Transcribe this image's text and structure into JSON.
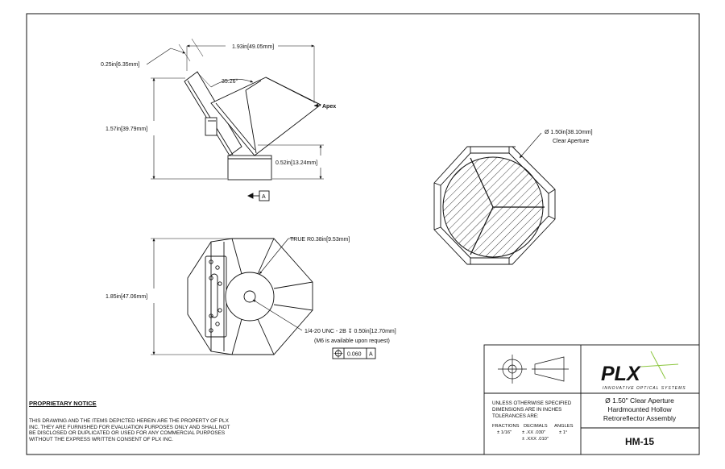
{
  "dimensions": {
    "width_top": "1.93in",
    "width_top_mm": "49.05mm",
    "thickness": "0.25in",
    "thickness_mm": "6.35mm",
    "angle": "35.26°",
    "height_side": "1.57in",
    "height_side_mm": "39.79mm",
    "base_height": "0.52in",
    "base_height_mm": "13.24mm",
    "height_front": "1.85in",
    "height_front_mm": "47.06mm",
    "radius": "TRUE R0.38in",
    "radius_mm": "9.53mm",
    "thread": "1/4-20 UNC - 2B",
    "thread_depth": "0.50in",
    "thread_depth_mm": "12.70mm",
    "thread_note": "(M6 is available upon request)",
    "aperture": "1.50in",
    "aperture_mm": "38.10mm",
    "aperture_label": "Clear Aperture",
    "apex_label": "Apex"
  },
  "datum": {
    "label": "A"
  },
  "fcf": {
    "tolerance": "0.060",
    "datum": "A"
  },
  "notice": {
    "title": "PROPRIETARY NOTICE",
    "body": "THIS DRAWING AND THE ITEMS DEPICTED HEREIN ARE THE PROPERTY OF PLX INC. THEY ARE FURNISHED FOR EVALUATION PURPOSES ONLY AND SHALL NOT BE DISCLOSED OR DUPLICATED OR USED FOR ANY COMMERCIAL PURPOSES WITHOUT THE EXPRESS WRITTEN CONSENT OF PLX INC."
  },
  "title_block": {
    "logo": "PLX",
    "tagline": "INNOVATIVE OPTICAL SYSTEMS",
    "description_line1": "Ø 1.50\" Clear Aperture",
    "description_line2": "Hardmounted Hollow",
    "description_line3": "Retroreflector Assembly",
    "part_number": "HM-15",
    "tolerance_line1": "UNLESS OTHERWISE SPECIFIED",
    "tolerance_line2": "DIMENSIONS ARE IN INCHES",
    "tolerance_line3": "TOLERANCES ARE:",
    "fractions_label": "FRACTIONS",
    "fractions_value": "± 1/16\"",
    "decimals_label": "DECIMALS",
    "decimals_xx": "± .XX  .030\"",
    "decimals_xxx": "± .XXX .010\"",
    "angles_label": "ANGLES",
    "angles_value": "± 1°"
  },
  "colors": {
    "line": "#111111",
    "logo_green": "#8cc63f",
    "logo_fill": "#1a1a1a"
  }
}
